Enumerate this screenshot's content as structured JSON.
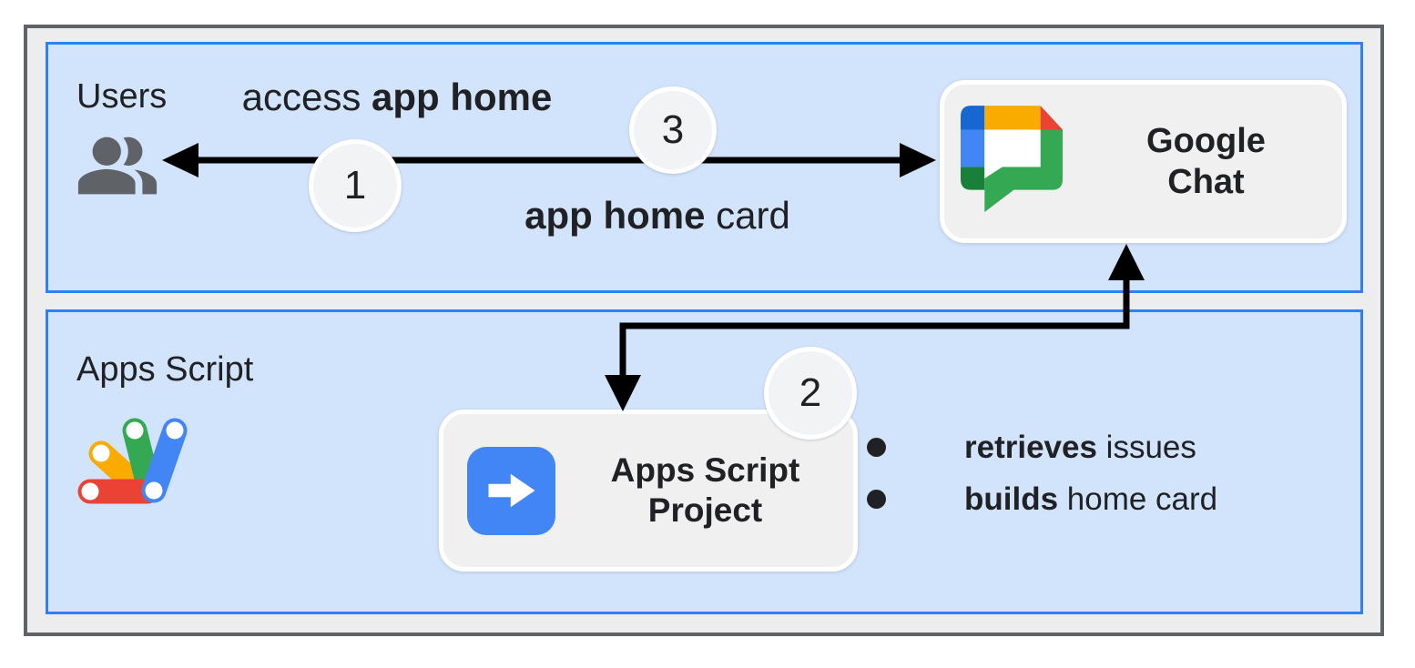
{
  "panels": {
    "users": {
      "label": "Users",
      "icon": "people-icon"
    },
    "apps_script": {
      "label": "Apps Script",
      "icon": "apps-script-logo"
    }
  },
  "flow": {
    "request_label": {
      "normal": "access ",
      "bold": "app home"
    },
    "response_label": {
      "bold": "app home",
      "normal": " card"
    },
    "steps": {
      "one": "1",
      "two": "2",
      "three": "3"
    }
  },
  "nodes": {
    "google_chat": {
      "title_line1": "Google",
      "title_line2": "Chat",
      "icon": "google-chat-logo"
    },
    "apps_script_project": {
      "title_line1": "Apps Script",
      "title_line2": "Project",
      "icon": "arrow-right-icon"
    }
  },
  "tasks": [
    {
      "bold": "retrieves",
      "normal": " issues"
    },
    {
      "bold": "builds",
      "normal": " home card"
    }
  ],
  "colors": {
    "frame_fill": "#EDEDEE",
    "frame_border": "#5F6368",
    "panel_fill": "#D2E3FC",
    "panel_border": "#2E81F4",
    "card_fill": "#F0F0F1",
    "badge_fill": "#F1F3F4",
    "arrow_black": "#000000",
    "icon_gray": "#5F6368",
    "google_blue": "#4285F4",
    "google_blue_dark": "#1767D2",
    "google_yellow": "#F9AB00",
    "google_red": "#EA4335",
    "google_green": "#34A853",
    "google_green_dark": "#188038"
  }
}
